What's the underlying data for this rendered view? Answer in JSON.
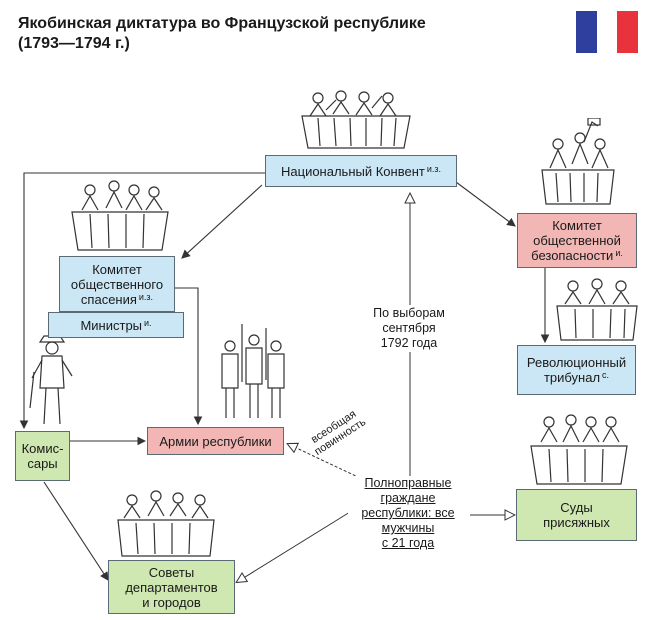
{
  "title": {
    "line1": "Якобинская диктатура во Французской республике",
    "line2": "(1793—1794 г.)"
  },
  "flag": {
    "colors": [
      "#2e3f9e",
      "#ffffff",
      "#e8323c"
    ]
  },
  "nodes": {
    "convention": {
      "label": "Национальный Конвент",
      "sup": "и.з."
    },
    "security": {
      "line1": "Комитет",
      "line2": "общественной",
      "line3": "безопасности",
      "sup": "и."
    },
    "salvation": {
      "line1": "Комитет",
      "line2": "общественного",
      "line3": "спасения",
      "sup": "и.з."
    },
    "ministers": {
      "label": "Министры",
      "sup": "и."
    },
    "tribunal": {
      "line1": "Революционный",
      "line2": "трибунал",
      "sup": "с."
    },
    "commissars": {
      "line1": "Комис-",
      "line2": "сары"
    },
    "army": {
      "label": "Армии республики"
    },
    "juries": {
      "line1": "Суды",
      "line2": "присяжных"
    },
    "councils": {
      "line1": "Советы",
      "line2": "департаментов",
      "line3": "и городов"
    },
    "elections": {
      "line1": "По выборам",
      "line2": "сентября",
      "line3": "1792 года"
    },
    "citizens": {
      "line1": "Полноправные",
      "line2": "граждане",
      "line3": "республики: все",
      "line4": "мужчины",
      "line5": "с 21 года"
    },
    "conscription": {
      "line1": "всеобщая",
      "line2": "повинность"
    }
  },
  "palette": {
    "blue": "#cbe7f5",
    "pink": "#f2b7b4",
    "green": "#cfe7b0",
    "border": "#5a6b75",
    "arrow": "#333333"
  },
  "illustrations": [
    "convention-assembly-icon",
    "security-committee-icon",
    "salvation-committee-icon",
    "tribunal-judges-icon",
    "commissar-soldier-icon",
    "army-soldiers-icon",
    "jury-court-icon",
    "council-meeting-icon"
  ]
}
